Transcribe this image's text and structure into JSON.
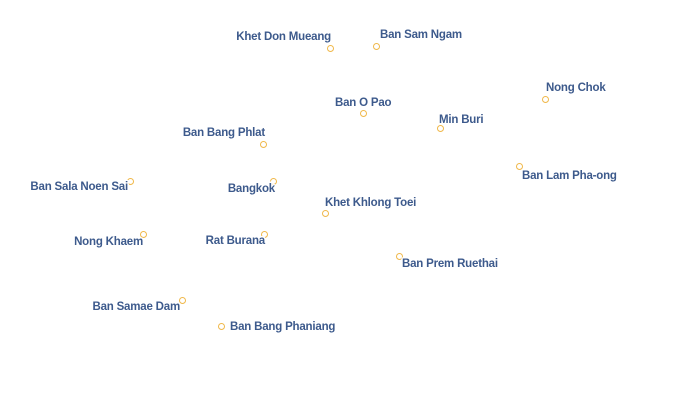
{
  "map": {
    "places": [
      {
        "key": "khet-don-mueang",
        "name": "Khet Don Mueang"
      },
      {
        "key": "ban-sam-ngam",
        "name": "Ban Sam Ngam"
      },
      {
        "key": "nong-chok",
        "name": "Nong Chok"
      },
      {
        "key": "ban-o-pao",
        "name": "Ban O Pao"
      },
      {
        "key": "min-buri",
        "name": "Min Buri"
      },
      {
        "key": "ban-bang-phlat",
        "name": "Ban Bang Phlat"
      },
      {
        "key": "ban-sala-noen-sai",
        "name": "Ban Sala Noen Sai"
      },
      {
        "key": "bangkok",
        "name": "Bangkok"
      },
      {
        "key": "ban-lam-pha-ong",
        "name": "Ban Lam Pha-ong"
      },
      {
        "key": "khet-khlong-toei",
        "name": "Khet Khlong Toei"
      },
      {
        "key": "nong-khaem",
        "name": "Nong Khaem"
      },
      {
        "key": "rat-burana",
        "name": "Rat Burana"
      },
      {
        "key": "ban-prem-ruethai",
        "name": "Ban Prem Ruethai"
      },
      {
        "key": "ban-samae-dam",
        "name": "Ban Samae Dam"
      },
      {
        "key": "ban-bang-phaniang",
        "name": "Ban Bang Phaniang"
      }
    ]
  },
  "colors": {
    "label": "#3d5a8c",
    "marker_stroke": "#f0b84a",
    "background": "#ffffff"
  }
}
